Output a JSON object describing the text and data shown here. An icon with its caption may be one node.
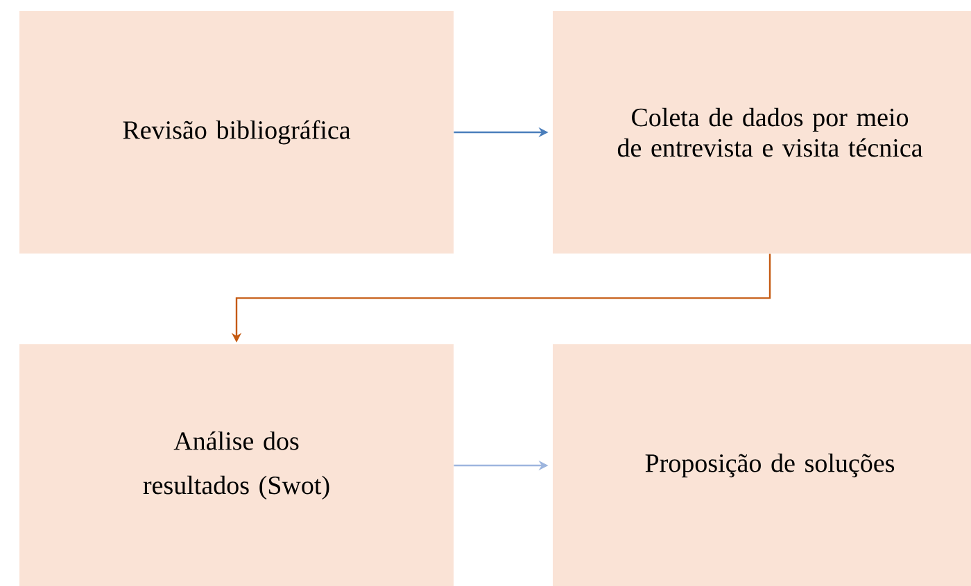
{
  "diagram": {
    "nodes": [
      {
        "text": [
          "Revisão bibliográfica"
        ]
      },
      {
        "text": [
          "Coleta de dados por meio de entrevista e visita técnica"
        ]
      },
      {
        "text": [
          "Análise dos resultados (Swot)"
        ]
      },
      {
        "text": [
          "Proposição de soluções"
        ]
      }
    ],
    "edges": [
      {
        "from": 0,
        "to": 1,
        "arrow": "to",
        "color": "#4a7ebb"
      },
      {
        "from": 1,
        "to": 2,
        "arrow": "to",
        "color": "#c55a11"
      },
      {
        "from": 2,
        "to": 3,
        "arrow": "to",
        "color": "#9db5de"
      }
    ]
  }
}
